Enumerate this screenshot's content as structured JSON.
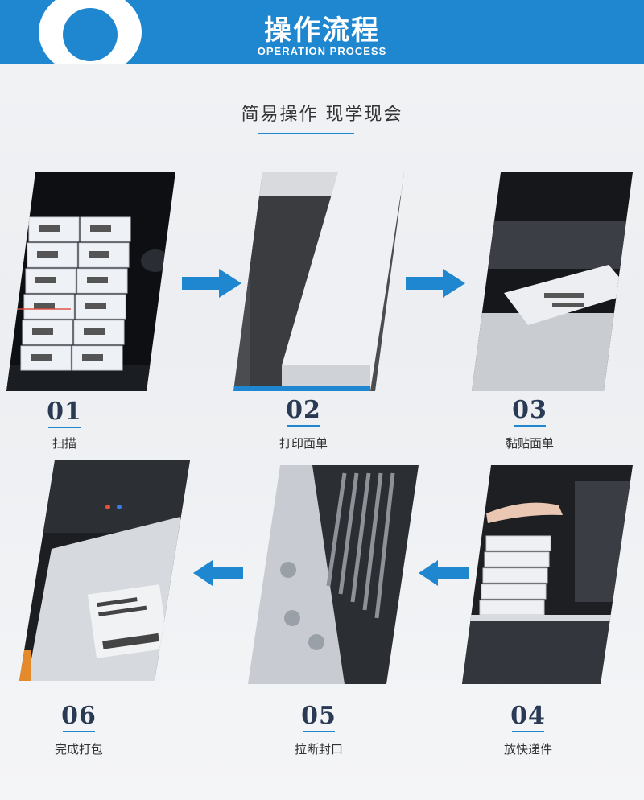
{
  "header": {
    "title": "操作流程",
    "subtitle": "OPERATION PROCESS"
  },
  "slogan": "简易操作 现学现会",
  "steps": [
    {
      "number": "01",
      "label": "扫描"
    },
    {
      "number": "02",
      "label": "打印面单"
    },
    {
      "number": "03",
      "label": "黏贴面单"
    },
    {
      "number": "04",
      "label": "放快递件"
    },
    {
      "number": "05",
      "label": "拉断封口"
    },
    {
      "number": "06",
      "label": "完成打包"
    }
  ],
  "colors": {
    "accent": "#1f86d0",
    "number_text": "#2a3a55"
  }
}
